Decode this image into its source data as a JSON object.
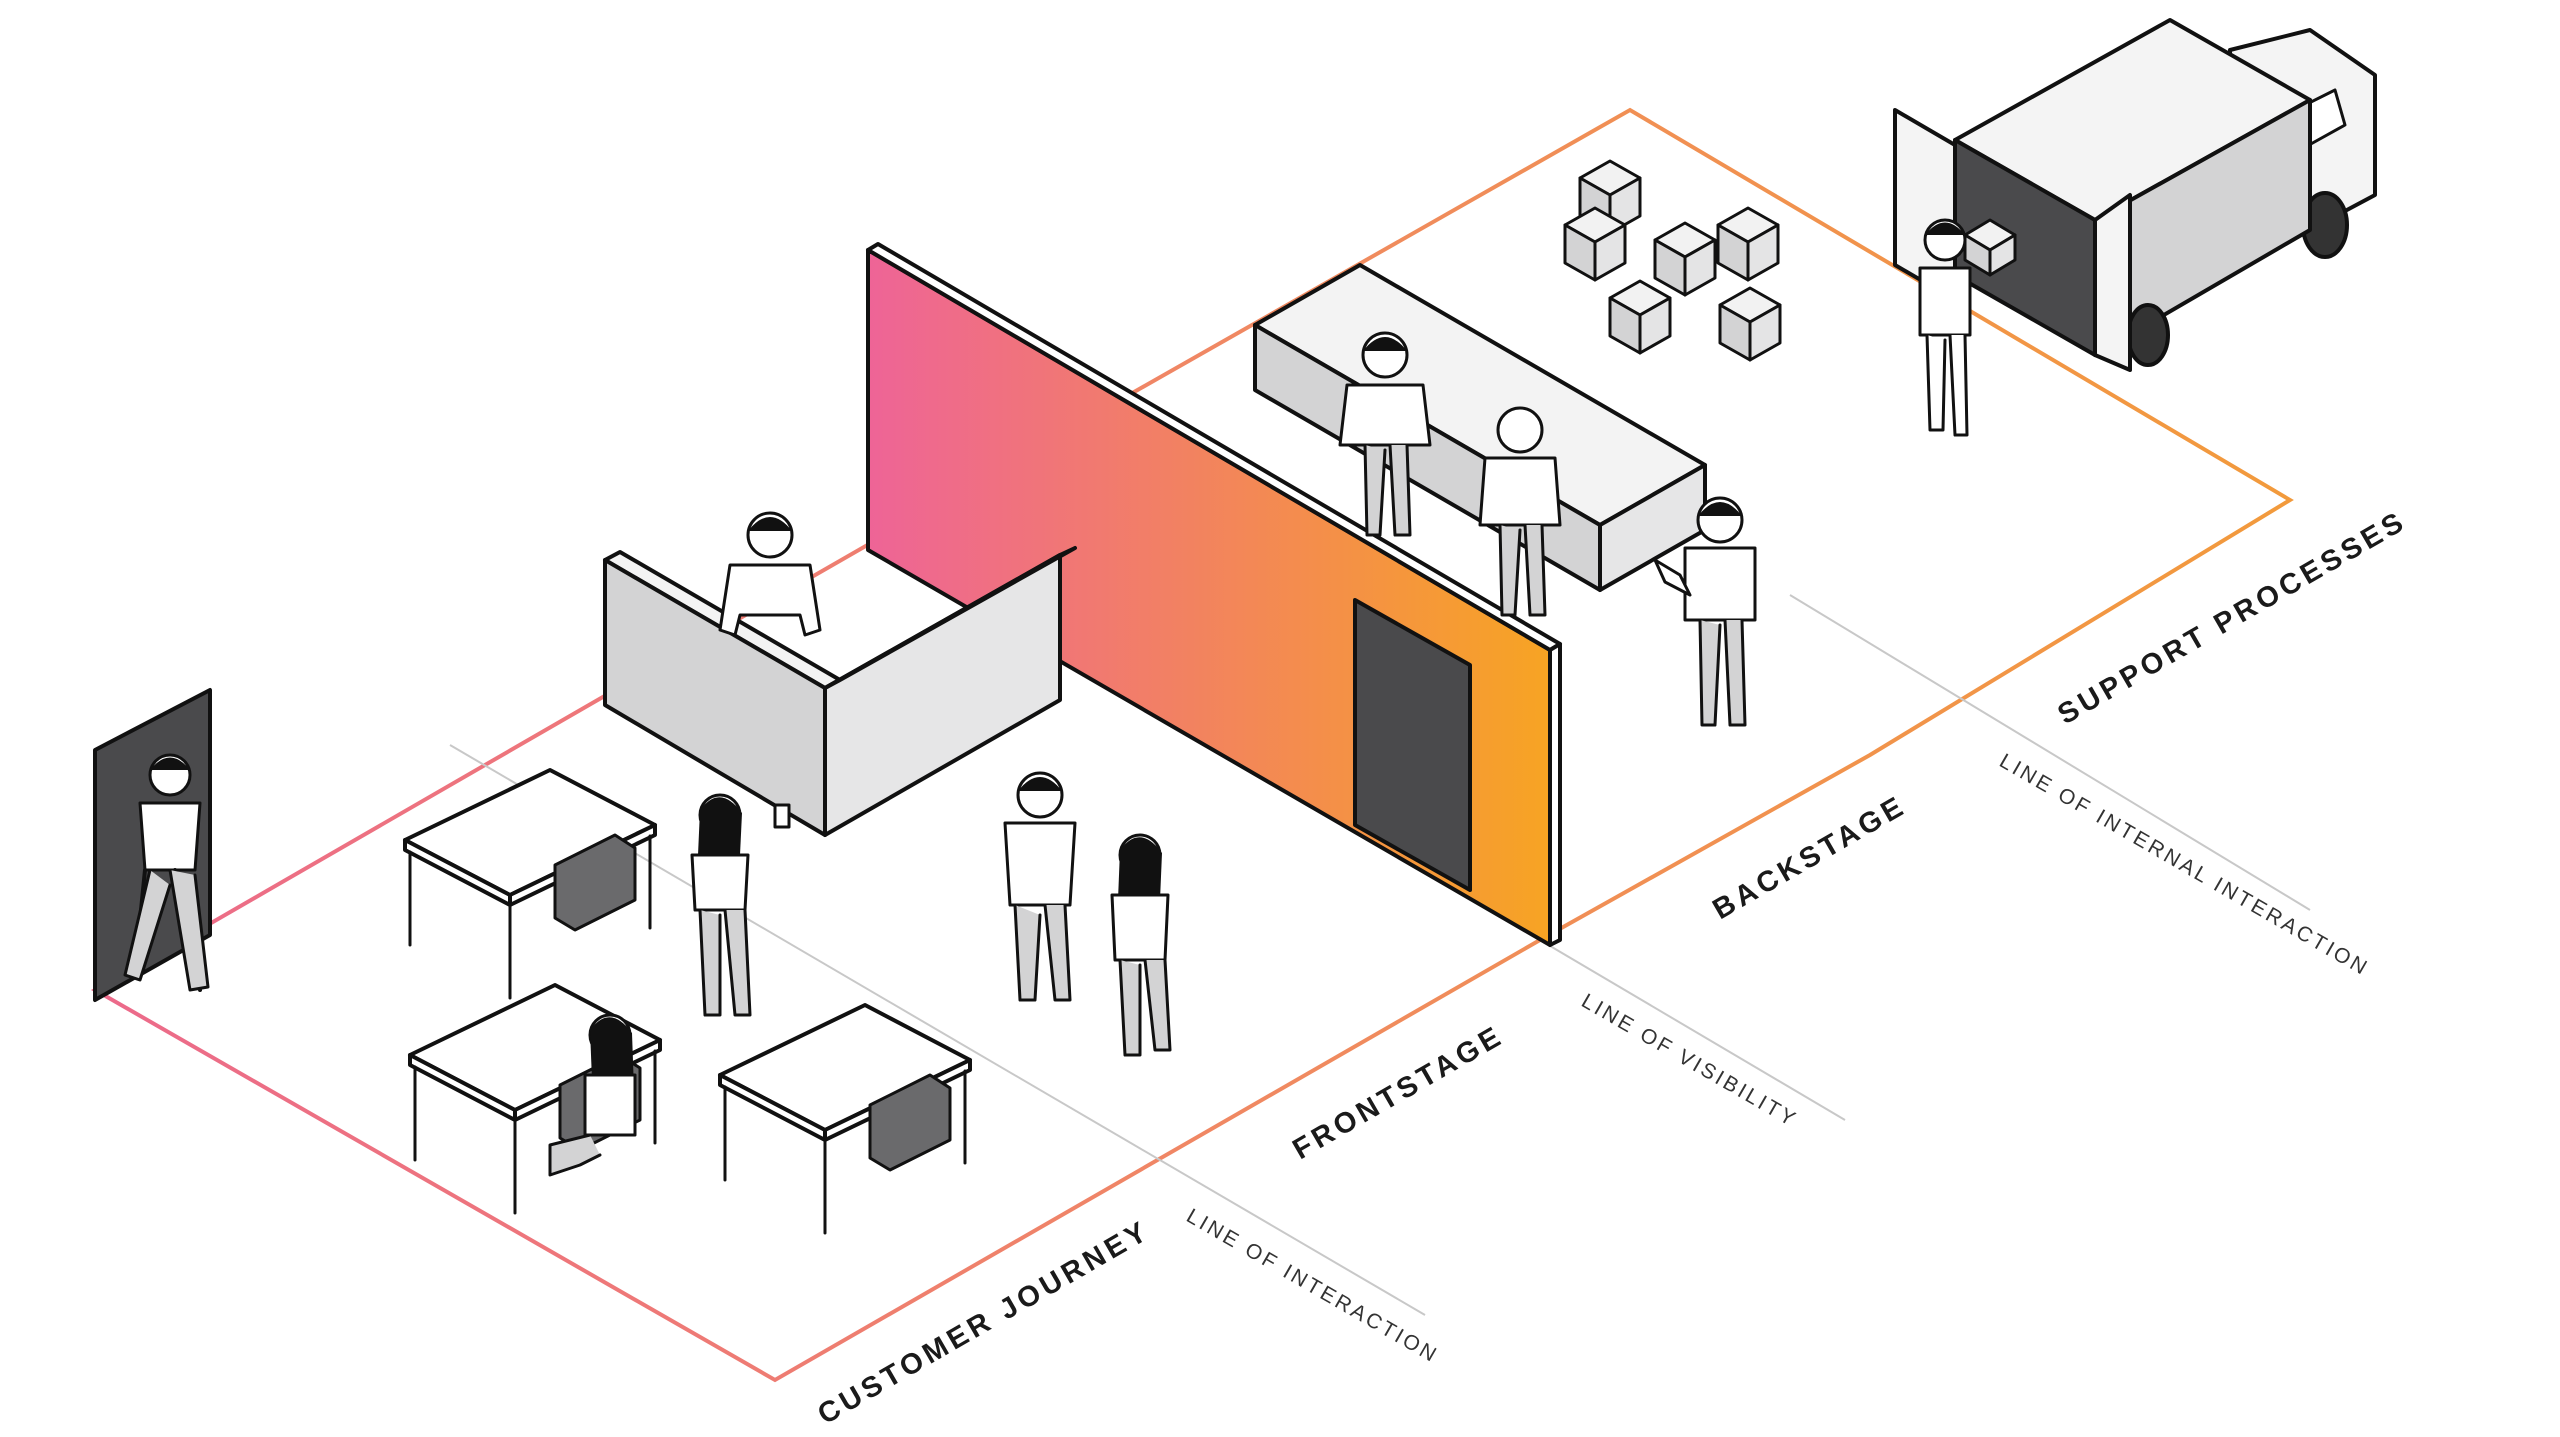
{
  "zones": {
    "customer_journey": "CUSTOMER JOURNEY",
    "frontstage": "FRONTSTAGE",
    "backstage": "BACKSTAGE",
    "support_processes": "SUPPORT PROCESSES"
  },
  "lines": {
    "interaction": "LINE OF INTERACTION",
    "visibility": "LINE OF VISIBILITY",
    "internal_interaction": "LINE OF INTERNAL INTERACTION"
  },
  "colors": {
    "gradient_start": "#EE6497",
    "gradient_end": "#F7A423",
    "outline_pink": "#EC6A8B",
    "outline_orange": "#F29A3C",
    "grey_fill": "#D3D3D4",
    "dark_fill": "#4A4A4C",
    "separator": "#C8C8C8"
  },
  "icons": [
    "door-icon",
    "person-icon",
    "desk-icon",
    "counter-icon",
    "gradient-wall-icon",
    "box-icon",
    "delivery-truck-icon"
  ]
}
